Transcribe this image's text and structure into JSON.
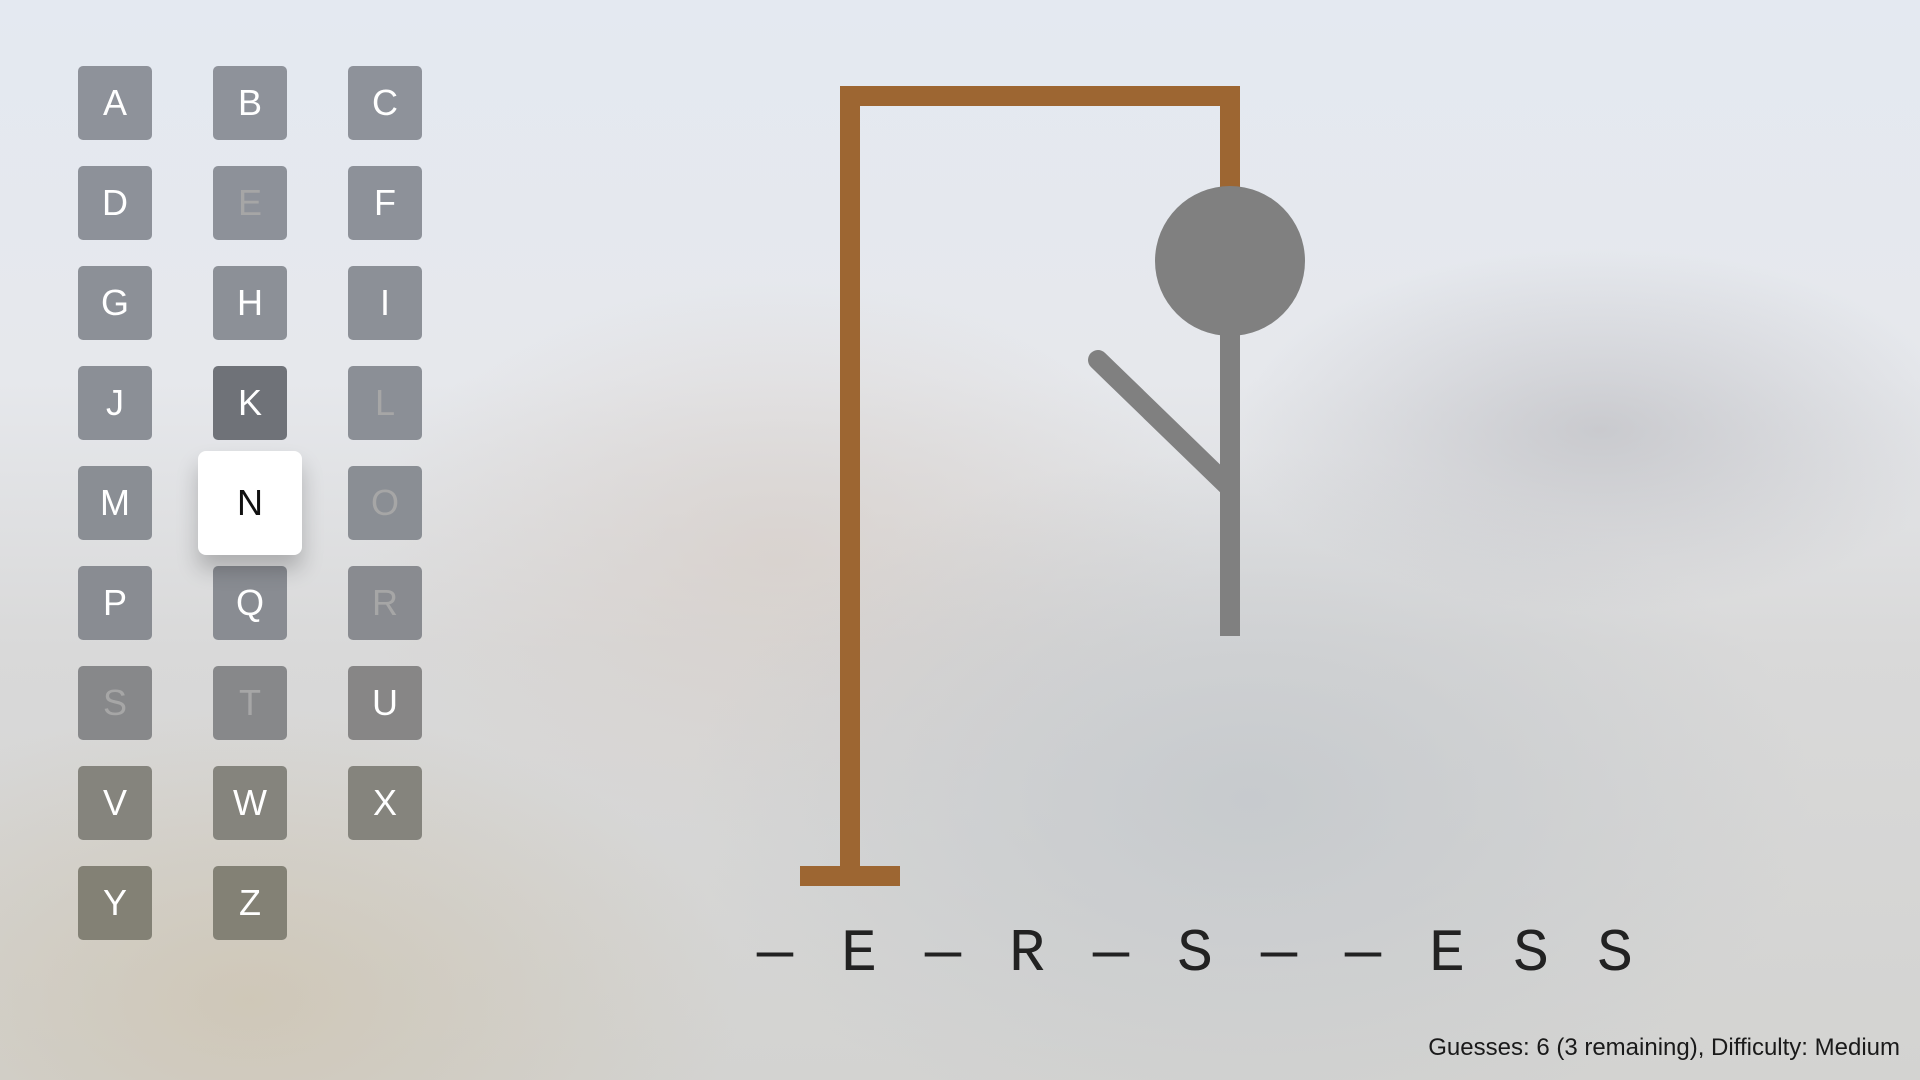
{
  "keyboard": {
    "focused": "N",
    "keys": [
      {
        "letter": "A",
        "state": "available",
        "color": "#8e929a"
      },
      {
        "letter": "B",
        "state": "available",
        "color": "#8e929a"
      },
      {
        "letter": "C",
        "state": "available",
        "color": "#8e929a"
      },
      {
        "letter": "D",
        "state": "available",
        "color": "#8d9199"
      },
      {
        "letter": "E",
        "state": "used",
        "color": "#8d9199"
      },
      {
        "letter": "F",
        "state": "available",
        "color": "#8d9199"
      },
      {
        "letter": "G",
        "state": "available",
        "color": "#8c9097"
      },
      {
        "letter": "H",
        "state": "available",
        "color": "#8c9097"
      },
      {
        "letter": "I",
        "state": "available",
        "color": "#8c9097"
      },
      {
        "letter": "J",
        "state": "available",
        "color": "#8b8f96"
      },
      {
        "letter": "K",
        "state": "available",
        "color": "#6f7278"
      },
      {
        "letter": "L",
        "state": "used",
        "color": "#8b8f96"
      },
      {
        "letter": "M",
        "state": "available",
        "color": "#8a8e94"
      },
      {
        "letter": "N",
        "state": "focused",
        "color": "#ffffff"
      },
      {
        "letter": "O",
        "state": "used",
        "color": "#8a8e94"
      },
      {
        "letter": "P",
        "state": "available",
        "color": "#898c92"
      },
      {
        "letter": "Q",
        "state": "available",
        "color": "#898c92"
      },
      {
        "letter": "R",
        "state": "used",
        "color": "#898b90"
      },
      {
        "letter": "S",
        "state": "used",
        "color": "#87888a"
      },
      {
        "letter": "T",
        "state": "used",
        "color": "#87888a"
      },
      {
        "letter": "U",
        "state": "available",
        "color": "#878686"
      },
      {
        "letter": "V",
        "state": "available",
        "color": "#85847d"
      },
      {
        "letter": "W",
        "state": "available",
        "color": "#85847d"
      },
      {
        "letter": "X",
        "state": "available",
        "color": "#85847d"
      },
      {
        "letter": "Y",
        "state": "available",
        "color": "#838175"
      },
      {
        "letter": "Z",
        "state": "available",
        "color": "#838175"
      }
    ]
  },
  "gallows": {
    "wood_color": "#9d6632",
    "figure_color": "#808080",
    "parts_shown": [
      "head",
      "body",
      "left-arm"
    ]
  },
  "word": {
    "slots": [
      "—",
      "E",
      "—",
      "R",
      "—",
      "S",
      "—",
      "—",
      "E",
      "S",
      "S"
    ]
  },
  "status": {
    "text": "Guesses: 6 (3 remaining), Difficulty: Medium"
  }
}
